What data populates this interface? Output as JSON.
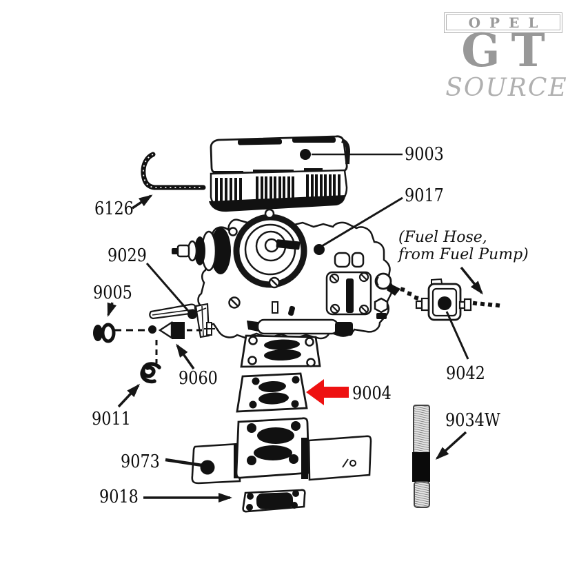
{
  "logo": {
    "opel": "OPEL",
    "gt": "GT",
    "source": "SOURCE"
  },
  "note": {
    "line1": "(Fuel Hose,",
    "line2": "from Fuel Pump)"
  },
  "part_labels": {
    "p9003": "9003",
    "p6126": "6126",
    "p9017": "9017",
    "p9029": "9029",
    "p9005": "9005",
    "p9060": "9060",
    "p9011": "9011",
    "p9042": "9042",
    "p9004": "9004",
    "p9034w": "9034W",
    "p9073": "9073",
    "p9018": "9018"
  },
  "colors": {
    "highlight_arrow_red": "#ee1111",
    "logo_gray": "#9a9a9a",
    "ink_black": "#111111",
    "background": "#ffffff"
  },
  "icons": {
    "red_highlight_arrow": "◀"
  }
}
